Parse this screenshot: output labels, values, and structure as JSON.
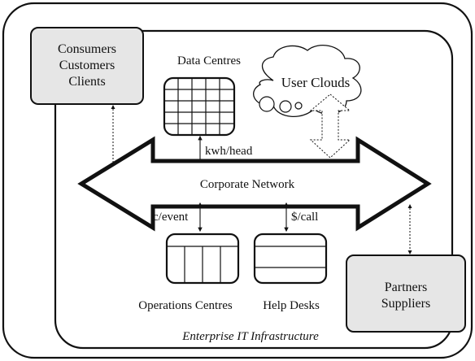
{
  "colors": {
    "ink": "#111111",
    "fill_grey": "#e6e6e6",
    "fill_white": "#ffffff"
  },
  "consumers": {
    "lines": [
      "Consumers",
      "Customers",
      "Clients"
    ]
  },
  "partners": {
    "lines": [
      "Partners",
      "Suppliers"
    ]
  },
  "data_centres": {
    "label": "Data Centres"
  },
  "user_clouds": {
    "label": "User Clouds"
  },
  "network": {
    "label": "Corporate Network"
  },
  "links": {
    "data_centre_cost": "kwh/head",
    "operations_cost": "c/event",
    "help_desk_cost": "$/call"
  },
  "operations_centres": {
    "label": "Operations Centres"
  },
  "help_desks": {
    "label": "Help Desks"
  },
  "infrastructure": {
    "label": "Enterprise IT Infrastructure"
  }
}
